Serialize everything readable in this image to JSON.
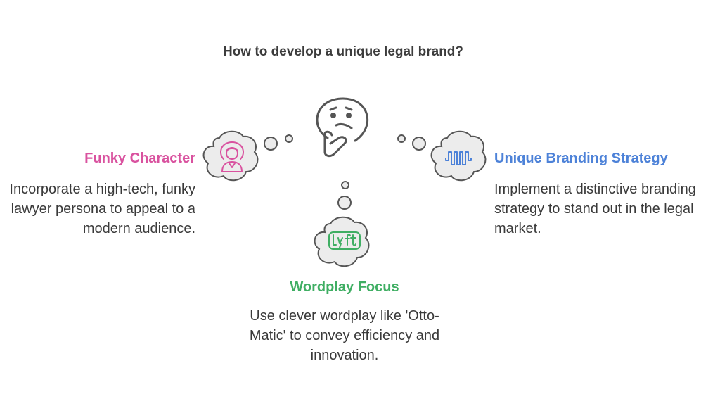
{
  "title": "How to develop a unique legal brand?",
  "colors": {
    "left": "#d9529f",
    "right": "#4d82d8",
    "bottom": "#3fae63",
    "text": "#3a3a3a",
    "outline": "#555555",
    "cloud_fill": "#ececec"
  },
  "branches": {
    "left": {
      "heading": "Funky Character",
      "description": "Incorporate a high-tech, funky lawyer persona to appeal to a modern audience.",
      "icon": "woman-avatar-icon"
    },
    "right": {
      "heading": "Unique Branding Strategy",
      "description": "Implement a distinctive branding strategy to stand out in the legal market.",
      "icon": "soundwave-icon"
    },
    "bottom": {
      "heading": "Wordplay Focus",
      "description": "Use clever wordplay like 'Otto-Matic' to convey efficiency and innovation.",
      "icon": "lyft-logo-icon"
    }
  },
  "center_icon": "thinking-face-icon"
}
